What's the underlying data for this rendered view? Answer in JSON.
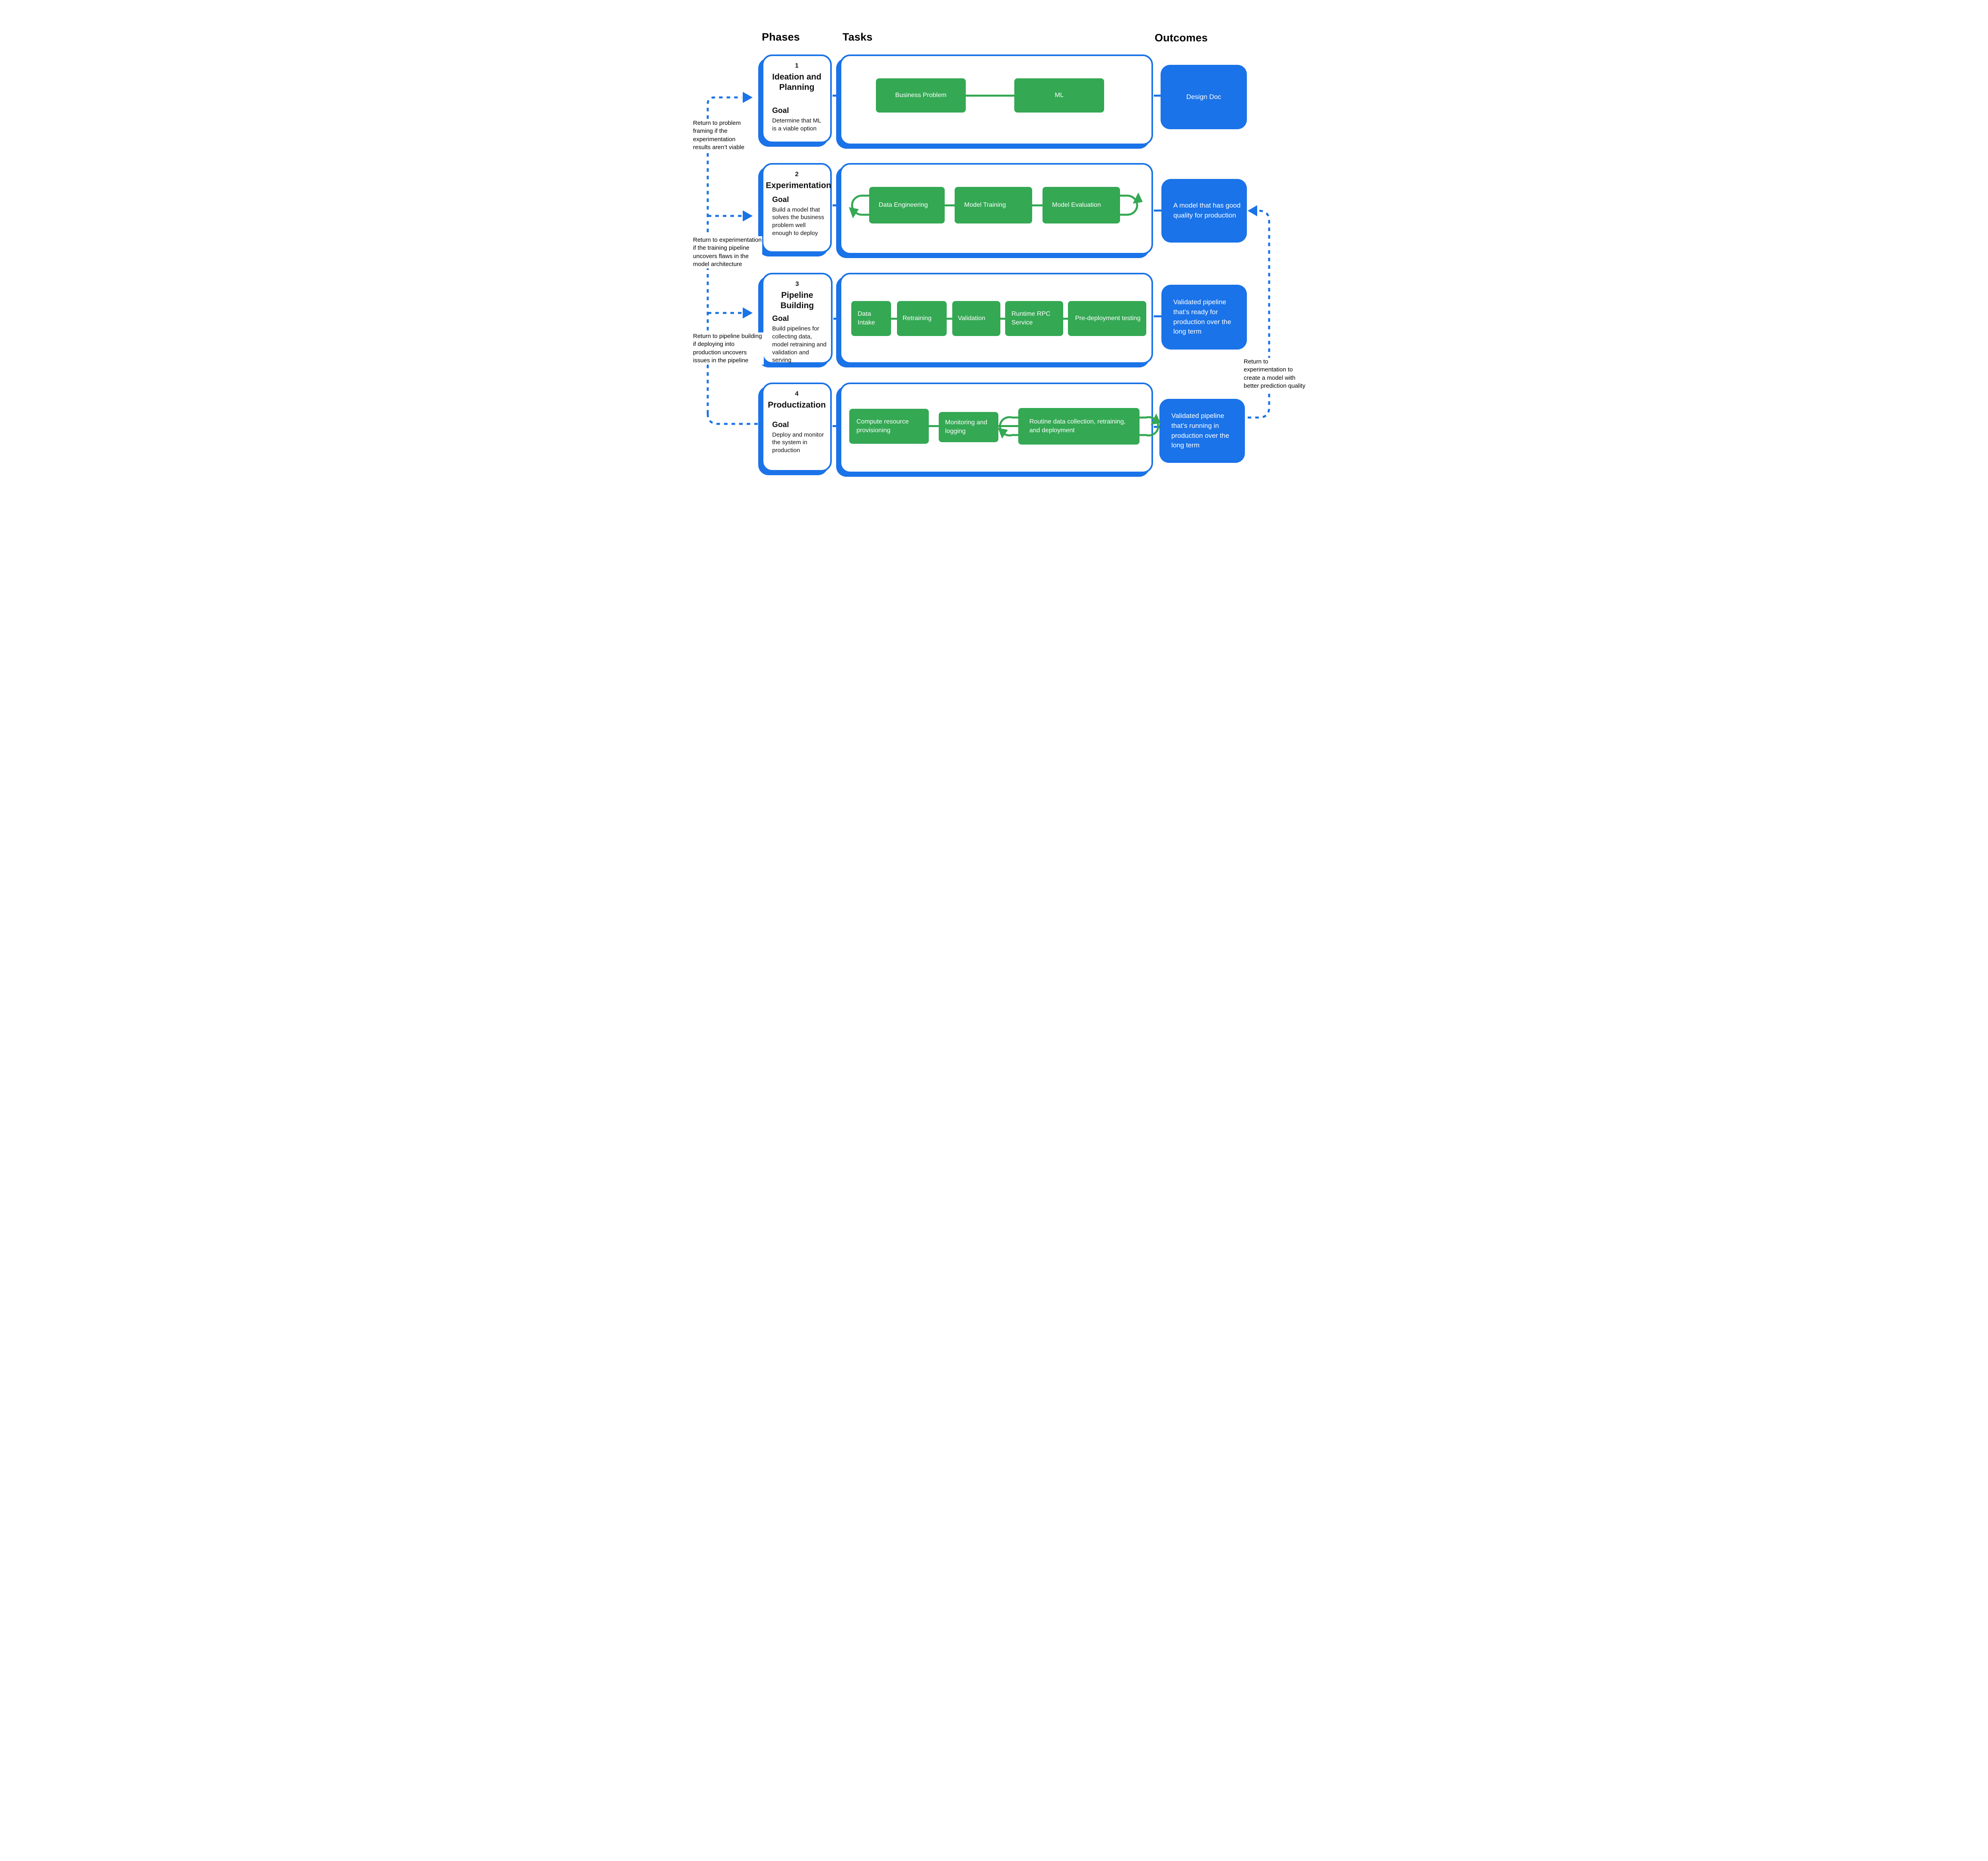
{
  "colors": {
    "green": "#34A853",
    "blue": "#1A73E8",
    "text": "#000000",
    "box_text": "#FFFFFF"
  },
  "headers": {
    "phases": "Phases",
    "tasks": "Tasks",
    "outcomes": "Outcomes"
  },
  "phases": [
    {
      "number": "1",
      "title": "Ideation and Planning",
      "goal_label": "Goal",
      "goal": "Determine that ML is a viable option",
      "tasks": [
        "Business Problem",
        "ML"
      ],
      "outcome": "Design Doc"
    },
    {
      "number": "2",
      "title": "Experimentation",
      "goal_label": "Goal",
      "goal": "Build a model that solves the business problem well enough to deploy",
      "tasks": [
        "Data Engineering",
        "Model Training",
        "Model Evaluation"
      ],
      "outcome": "A model that has good quality for production"
    },
    {
      "number": "3",
      "title": "Pipeline Building",
      "goal_label": "Goal",
      "goal": "Build pipelines for collecting data, model retraining and validation and serving",
      "tasks": [
        "Data Intake",
        "Retraining",
        "Validation",
        "Runtime RPC Service",
        "Pre-deployment testing"
      ],
      "outcome": "Validated pipeline that’s ready for production over the long term"
    },
    {
      "number": "4",
      "title": "Productization",
      "goal_label": "Goal",
      "goal": "Deploy and monitor the system in production",
      "tasks": [
        "Compute resource provisioning",
        "Monitoring and logging",
        "Routine data collection, retraining, and deployment"
      ],
      "outcome": "Validated pipeline that’s running in production over the long term"
    }
  ],
  "annotations": {
    "left": [
      "Return to problem framing if the experimentation results aren’t viable",
      "Return to experimentation if the training pipeline uncovers flaws in the model architecture",
      "Return to pipeline building if deploying into production uncovers issues in the pipeline"
    ],
    "right": "Return to experimentation to create a model with better prediction quality"
  }
}
